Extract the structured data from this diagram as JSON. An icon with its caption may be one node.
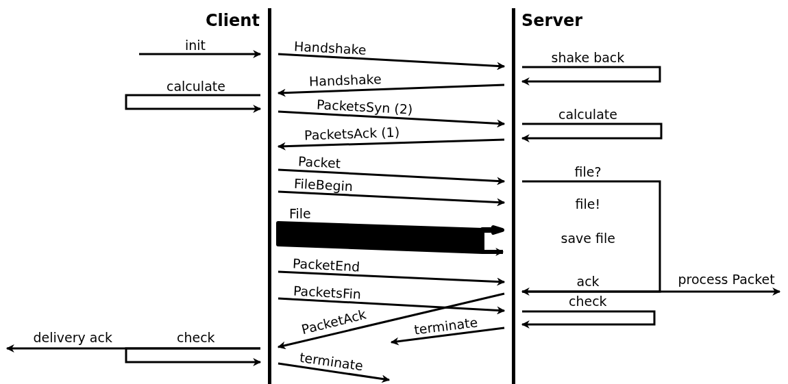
{
  "diagram": {
    "nodes": [
      {
        "text": [
          "Client"
        ]
      },
      {
        "text": [
          "Server"
        ]
      }
    ],
    "edges": [
      {
        "from": null,
        "to": 0,
        "arrow": "to",
        "label": "init"
      },
      {
        "from": 0,
        "to": 1,
        "arrow": "to",
        "label": "Handshake"
      },
      {
        "from": 1,
        "to": 1,
        "arrow": "to",
        "label": "shake back"
      },
      {
        "from": 1,
        "to": 0,
        "arrow": "to",
        "label": "Handshake"
      },
      {
        "from": 0,
        "to": 0,
        "arrow": "to",
        "label": "calculate"
      },
      {
        "from": 0,
        "to": 1,
        "arrow": "to",
        "label": "PacketsSyn (2)"
      },
      {
        "from": 1,
        "to": 1,
        "arrow": "to",
        "label": "calculate"
      },
      {
        "from": 1,
        "to": 0,
        "arrow": "to",
        "label": "PacketsAck (1)"
      },
      {
        "from": 0,
        "to": 1,
        "arrow": "to",
        "label": "Packet"
      },
      {
        "from": 0,
        "to": 1,
        "arrow": "to",
        "label": "FileBegin"
      },
      {
        "from": 0,
        "to": 1,
        "arrow": "to",
        "label": "File",
        "style": "thick"
      },
      {
        "from": 1,
        "to": 1,
        "arrow": "to",
        "label": "file?"
      },
      {
        "from": 1,
        "to": null,
        "arrow": "to",
        "label": "process Packet"
      },
      {
        "from": 0,
        "to": 1,
        "arrow": "to",
        "label": "PacketEnd"
      },
      {
        "from": 0,
        "to": 1,
        "arrow": "to",
        "label": "PacketsFin"
      },
      {
        "from": 1,
        "to": 0,
        "arrow": "to",
        "label": "PacketAck"
      },
      {
        "from": 1,
        "to": 1,
        "arrow": "to",
        "label": "check"
      },
      {
        "from": 1,
        "to": null,
        "arrow": "to",
        "label": "terminate"
      },
      {
        "from": 0,
        "to": 0,
        "arrow": "to",
        "label": "check"
      },
      {
        "from": 0,
        "to": null,
        "arrow": "to",
        "label": "delivery ack"
      },
      {
        "from": 0,
        "to": null,
        "arrow": "to",
        "label": "terminate"
      }
    ],
    "labels": [
      "file!",
      "save file",
      "ack"
    ]
  }
}
